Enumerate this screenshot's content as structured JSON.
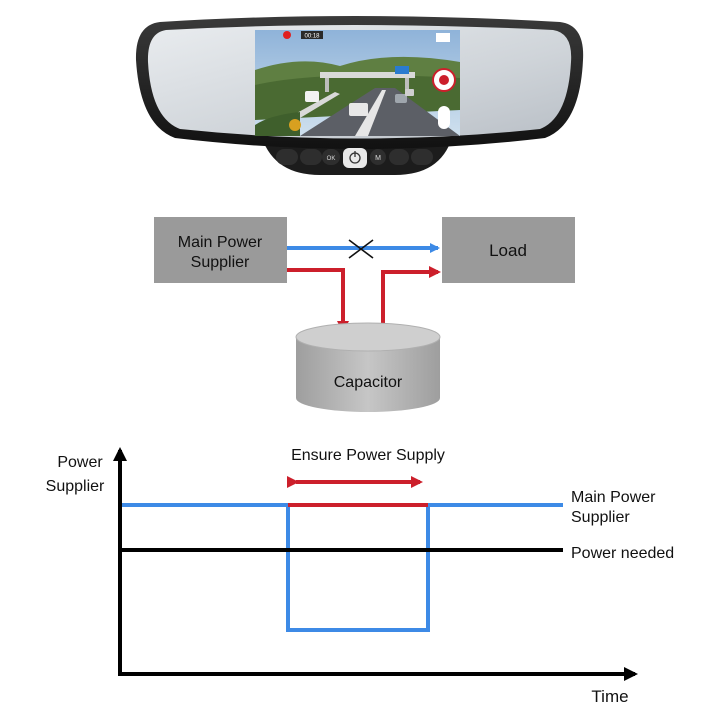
{
  "mirror": {
    "rec_time": "00:18",
    "buttons": [
      {
        "label": ""
      },
      {
        "label": ""
      },
      {
        "label": "OK"
      },
      {
        "label": ""
      },
      {
        "label": "M"
      },
      {
        "label": ""
      },
      {
        "label": ""
      }
    ]
  },
  "block_diagram": {
    "source_box": {
      "line1": "Main Power",
      "line2": "Supplier"
    },
    "load_box": {
      "label": "Load"
    },
    "capacitor": {
      "label": "Capacitor"
    },
    "colors": {
      "main_path": "#3d8ae6",
      "backup_path": "#cc1f2b",
      "box": "#9a9a9a",
      "cylinder": "#bdbdbd"
    }
  },
  "chart_data": {
    "type": "line",
    "y_title_line1": "Power",
    "y_title_line2": "Supplier",
    "x_title": "Time",
    "annotation": "Ensure Power Supply",
    "series": [
      {
        "name_line1": "Main Power",
        "name_line2": "Supplier",
        "color": "#3d8ae6"
      },
      {
        "name": "Power needed",
        "color": "#000000"
      }
    ],
    "backup_color": "#cc1f2b"
  }
}
